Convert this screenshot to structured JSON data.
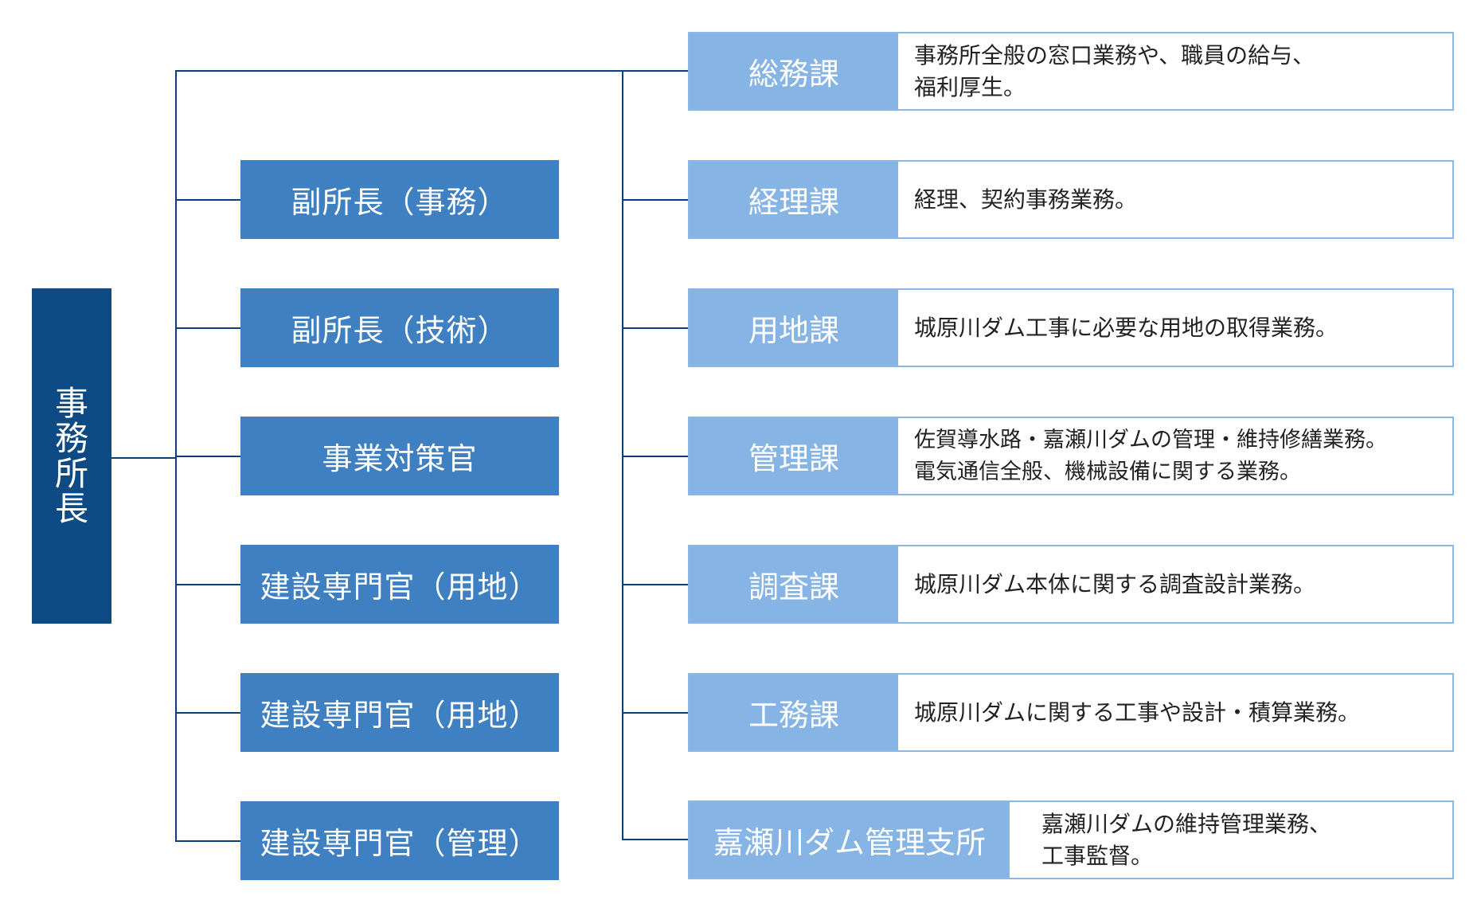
{
  "root": {
    "chars": [
      "事",
      "務",
      "所",
      "長"
    ]
  },
  "middle": [
    {
      "label": "副所長（事務）"
    },
    {
      "label": "副所長（技術）"
    },
    {
      "label": "事業対策官"
    },
    {
      "label": "建設専門官（用地）"
    },
    {
      "label": "建設専門官（用地）"
    },
    {
      "label": "建設専門官（管理）"
    }
  ],
  "departments": [
    {
      "name": "総務課",
      "desc": [
        "事務所全般の窓口業務や、職員の給与、",
        "福利厚生。"
      ]
    },
    {
      "name": "経理課",
      "desc": [
        "経理、契約事務業務。"
      ]
    },
    {
      "name": "用地課",
      "desc": [
        "城原川ダム工事に必要な用地の取得業務。"
      ]
    },
    {
      "name": "管理課",
      "desc": [
        "佐賀導水路・嘉瀬川ダムの管理・維持修繕業務。",
        "電気通信全般、機械設備に関する業務。"
      ]
    },
    {
      "name": "調査課",
      "desc": [
        "城原川ダム本体に関する調査設計業務。"
      ]
    },
    {
      "name": "工務課",
      "desc": [
        "城原川ダムに関する工事や設計・積算業務。"
      ]
    },
    {
      "name": "嘉瀬川ダム管理支所",
      "desc": [
        "嘉瀬川ダムの維持管理業務、",
        "工事監督。"
      ]
    }
  ],
  "colors": {
    "root_box": "#0e4a83",
    "middle_box": "#3f80c2",
    "dept_name_box": "#86b4e4",
    "dept_border": "#8ab7e5",
    "connector_line": "#0b3f7a",
    "desc_text": "#222222"
  }
}
